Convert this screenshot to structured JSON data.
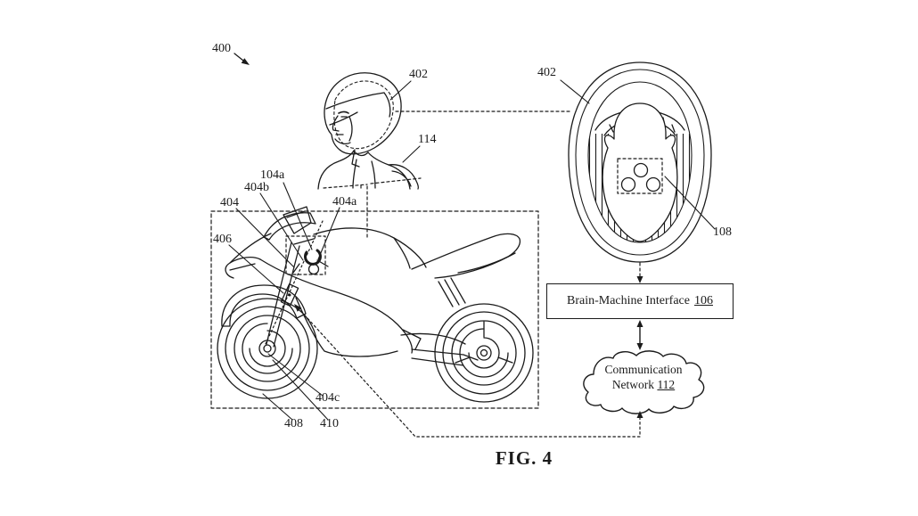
{
  "figure": {
    "caption": "FIG. 4",
    "refs": {
      "overall": "400",
      "helmet_side": "402",
      "helmet_top": "402",
      "rider_jacket": "114",
      "grip_sensor": "104a",
      "sensor_b": "404b",
      "handlebar_sensor": "404",
      "sensor_a": "404a",
      "fork_sensor": "406",
      "helmet_sensor_array": "108",
      "wheel_sensor": "404c",
      "front_wheel": "408",
      "brake_disc": "410"
    },
    "bmi_box": {
      "title": "Brain-Machine Interface",
      "ref": "106"
    },
    "network_cloud": {
      "line1": "Communication",
      "line2": "Network",
      "ref": "112"
    },
    "colors": {
      "line": "#1b1b1b",
      "background": "#ffffff"
    }
  }
}
